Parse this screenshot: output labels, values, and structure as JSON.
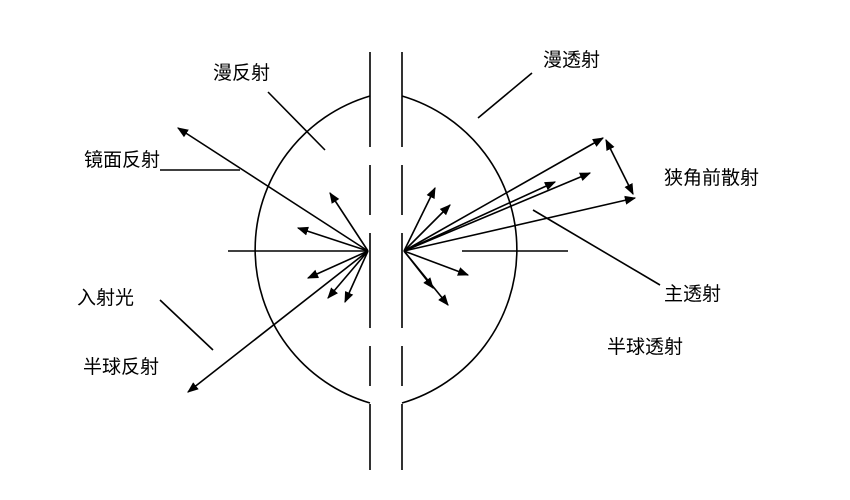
{
  "labels": {
    "diffuse_reflection": "漫反射",
    "diffuse_transmission": "漫透射",
    "specular_reflection": "镜面反射",
    "narrow_angle_scattering": "狭角前散射",
    "incident_light": "入射光",
    "main_transmission": "主透射",
    "hemispherical_reflection": "半球反射",
    "hemispherical_transmission": "半球透射"
  }
}
